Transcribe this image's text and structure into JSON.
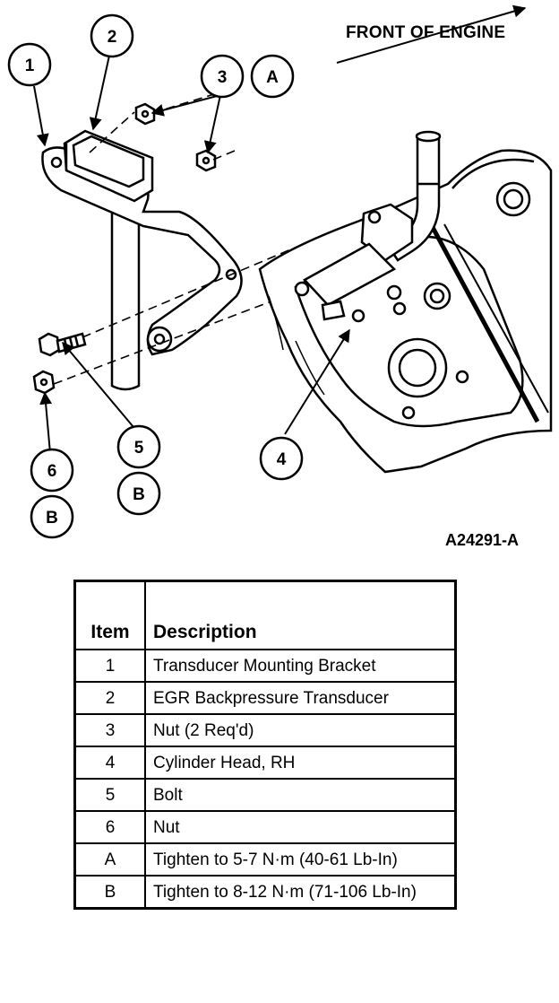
{
  "diagram": {
    "front_label": "FRONT OF ENGINE",
    "figure_id": "A24291-A",
    "callouts": [
      {
        "id": "1",
        "label": "1"
      },
      {
        "id": "2",
        "label": "2"
      },
      {
        "id": "3",
        "label": "3"
      },
      {
        "id": "A",
        "label": "A"
      },
      {
        "id": "4",
        "label": "4"
      },
      {
        "id": "5",
        "label": "5"
      },
      {
        "id": "B5",
        "label": "B"
      },
      {
        "id": "6",
        "label": "6"
      },
      {
        "id": "B6",
        "label": "B"
      }
    ]
  },
  "legend": {
    "headers": {
      "item": "Item",
      "description": "Description"
    },
    "rows": [
      {
        "item": "1",
        "description": "Transducer Mounting Bracket"
      },
      {
        "item": "2",
        "description": "EGR Backpressure Transducer"
      },
      {
        "item": "3",
        "description": "Nut (2 Req'd)"
      },
      {
        "item": "4",
        "description": "Cylinder Head, RH"
      },
      {
        "item": "5",
        "description": "Bolt"
      },
      {
        "item": "6",
        "description": "Nut"
      },
      {
        "item": "A",
        "description": "Tighten to 5-7 N·m (40-61 Lb-In)"
      },
      {
        "item": "B",
        "description": "Tighten to 8-12 N·m (71-106 Lb-In)"
      }
    ]
  }
}
